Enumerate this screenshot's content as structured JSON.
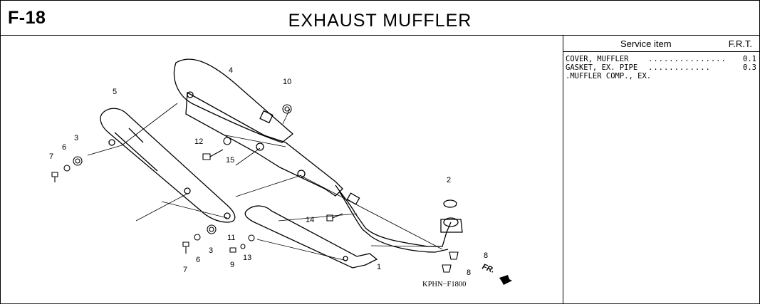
{
  "header": {
    "code": "F-18",
    "title": "EXHAUST MUFFLER"
  },
  "service_table": {
    "col_item": "Service item",
    "col_frt": "F.R.T.",
    "rows": [
      {
        "name": "COVER, MUFFLER",
        "dots": "...............",
        "value": "0.1"
      },
      {
        "name": "GASKET, EX. PIPE",
        "dots": "............",
        "value": "0.3"
      },
      {
        "name": ".MUFFLER COMP., EX.",
        "dots": "",
        "value": ""
      }
    ]
  },
  "diagram": {
    "callouts": [
      "1",
      "2",
      "3",
      "3",
      "4",
      "5",
      "6",
      "6",
      "7",
      "7",
      "8",
      "8",
      "9",
      "10",
      "11",
      "12",
      "13",
      "14",
      "15"
    ],
    "reference_code": "KPHN−F1800",
    "direction_label": "FR."
  }
}
